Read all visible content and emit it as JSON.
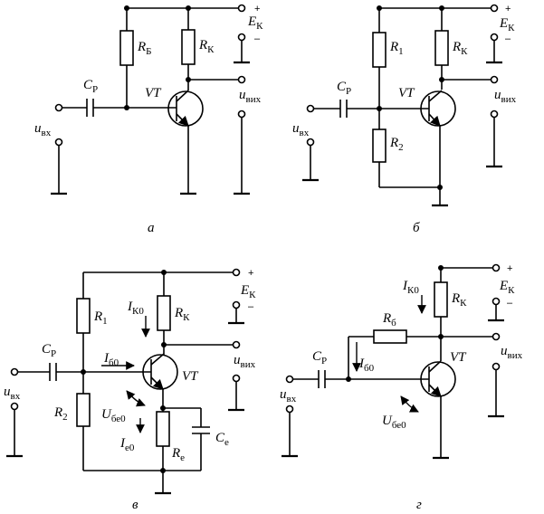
{
  "labels": {
    "plus": "+",
    "minus": "–",
    "ek_main": "E",
    "ek_sub": "К",
    "uvh_main": "u",
    "uvh_sub": "вх",
    "uvih_main": "u",
    "uvih_sub": "вих",
    "cp_main": "C",
    "cp_sub": "Р",
    "vt": "VT",
    "r_main": "R"
  },
  "circuit_a": {
    "caption": "а",
    "rb_sub": "Б",
    "rk_sub": "К"
  },
  "circuit_b": {
    "caption": "б",
    "r1_sub": "1",
    "r2_sub": "2",
    "rk_sub": "К"
  },
  "circuit_v": {
    "caption": "в",
    "r1_sub": "1",
    "r2_sub": "2",
    "rk_sub": "К",
    "re_sub": "е",
    "ce_main": "C",
    "ce_sub": "е",
    "ik0_main": "I",
    "ik0_sub": "К0",
    "ib0_main": "I",
    "ib0_sub": "б0",
    "ie0_main": "I",
    "ie0_sub": "е0",
    "ube0_main": "U",
    "ube0_sub": "бе0"
  },
  "circuit_g": {
    "caption": "г",
    "rb_sub": "б",
    "rk_sub": "К",
    "ik0_main": "I",
    "ik0_sub": "К0",
    "ib0_main": "I",
    "ib0_sub": "б0",
    "ube0_main": "U",
    "ube0_sub": "бе0"
  }
}
